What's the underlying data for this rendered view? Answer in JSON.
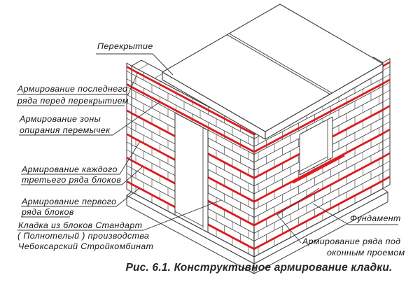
{
  "caption": "Рис. 6.1. Конструктивное армирование кладки.",
  "labels": {
    "perekrytie": "Перекрытие",
    "poslednego": [
      "Армирование последнего",
      "ряда перед перекрытием"
    ],
    "zony": [
      "Армирование зоны",
      "опирания перемычек"
    ],
    "kazhdogo": [
      "Армирование каждого",
      "третьего ряда блоков"
    ],
    "pervogo": [
      "Армирование первого",
      "ряда блоков"
    ],
    "kladka": [
      "Кладка из блоков Стандарт",
      "( Полнотелый ) производства",
      "Чебоксарский Стройкомбинат"
    ],
    "fundament": "Фундамент",
    "okonnym": [
      "Армирование ряда под",
      "оконным проемом"
    ]
  },
  "colors": {
    "reinforcement_red": "#e2191c",
    "drawing_line": "#3a3a3a",
    "background": "#ffffff"
  }
}
